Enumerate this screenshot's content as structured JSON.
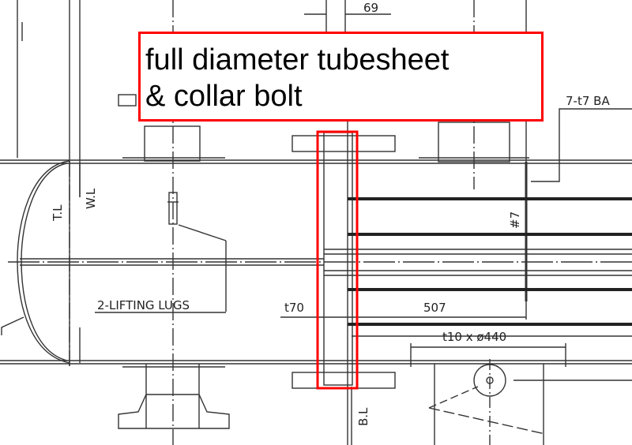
{
  "callout": {
    "line1": "full diameter tubesheet",
    "line2": "& collar bolt",
    "border_color": "#ff0000"
  },
  "highlight": {
    "border_color": "#ff0000"
  },
  "labels": {
    "dim_top": "69",
    "tangent_line": "T.L",
    "weld_line": "W.L",
    "lifting_lugs": "2-LIFTING LUGS",
    "tubesheet_thickness": "t70",
    "baffle_distance": "507",
    "baffle_spec": "7-t7 BA",
    "baffle_number": "#7",
    "plate_spec": "t10 x ø440",
    "bolt_line": "B.L"
  }
}
